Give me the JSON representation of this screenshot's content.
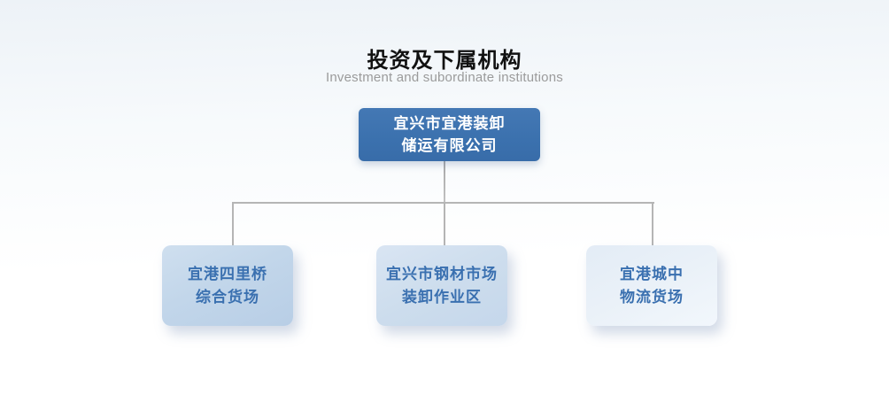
{
  "header": {
    "title": "投资及下属机构",
    "subtitle": "Investment and subordinate institutions"
  },
  "org_chart": {
    "root": {
      "line1": "宜兴市宜港装卸",
      "line2": "储运有限公司"
    },
    "children": [
      {
        "line1": "宜港四里桥",
        "line2": "综合货场"
      },
      {
        "line1": "宜兴市钢材市场",
        "line2": "装卸作业区"
      },
      {
        "line1": "宜港城中",
        "line2": "物流货场"
      }
    ]
  },
  "colors": {
    "root-box": "#3b71ae",
    "child-text": "#3a70b0",
    "connector": "#b5b5b5",
    "title-text": "#111111",
    "subtitle-text": "#9b9b9b"
  }
}
